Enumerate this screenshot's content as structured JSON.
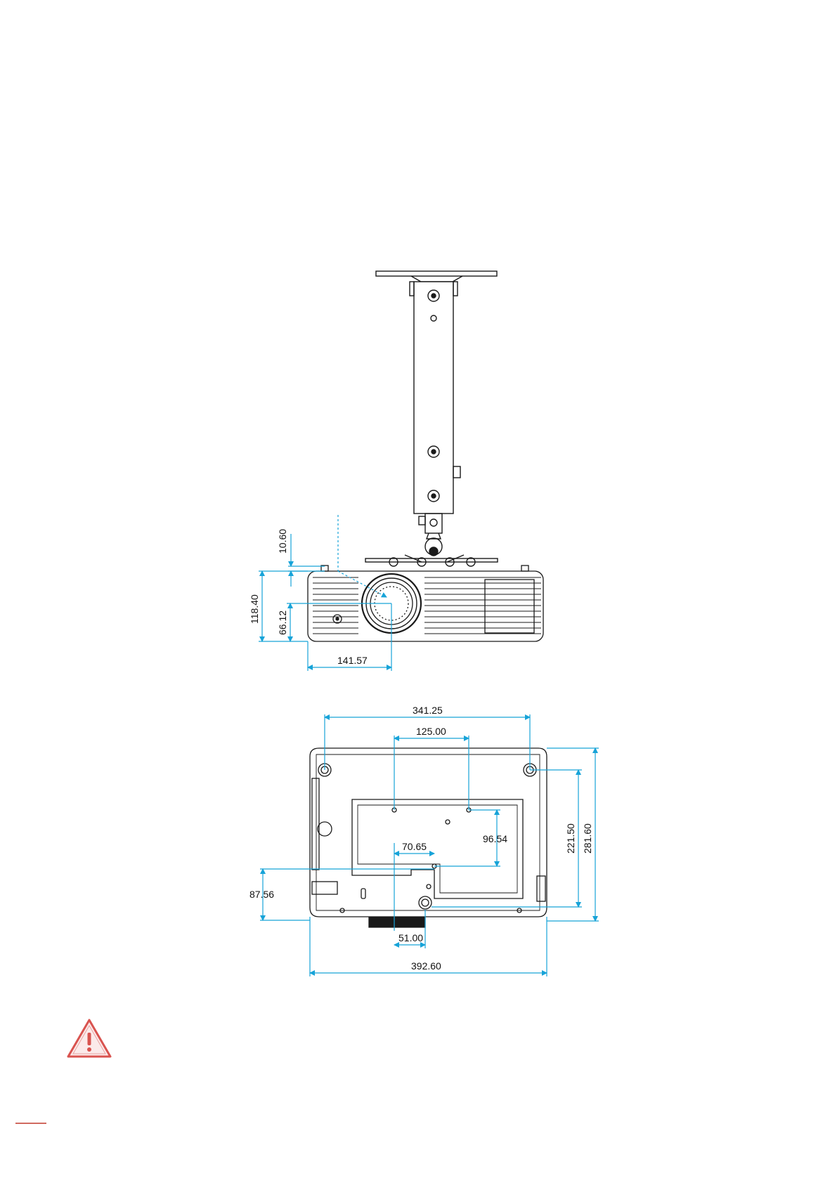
{
  "colors": {
    "line": "#1a1a1a",
    "dimension": "#17a3d8",
    "warning": "#d9534f",
    "warning_fill": "#fbeaea",
    "footer_rule": "#c0392b"
  },
  "side_view": {
    "dims": {
      "top_offset": "10.60",
      "height_total": "118.40",
      "lens_height": "66.12",
      "lens_offset": "141.57"
    }
  },
  "bottom_view": {
    "dims": {
      "foot_span_width": "341.25",
      "mount_hole_span": "125.00",
      "hole_depth_a": "96.54",
      "hole_offset": "70.65",
      "side_offset": "87.56",
      "lens_width": "51.00",
      "total_width": "392.60",
      "foot_span_depth": "221.50",
      "total_depth": "281.60"
    }
  },
  "icons": {
    "warning": "warning-triangle-icon"
  }
}
